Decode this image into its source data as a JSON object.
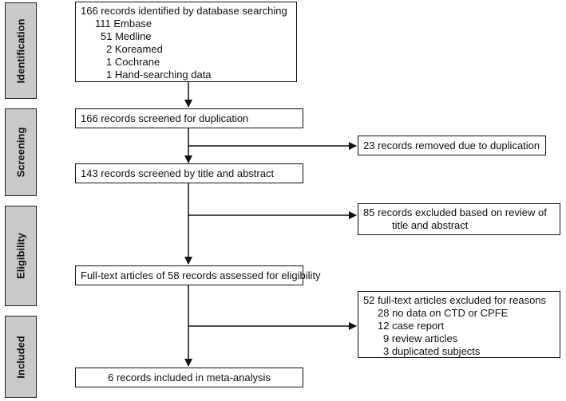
{
  "phases": [
    "Identification",
    "Screening",
    "Eligibility",
    "Included"
  ],
  "identification_box": {
    "title": "166 records identified by database searching",
    "items": [
      "111 Embase",
      "51 Medline",
      "2 Koreamed",
      "1 Cochrane",
      "1 Hand-searching data"
    ]
  },
  "screened_duplication": "166 records screened for duplication",
  "removed_duplication": "23 records removed due to duplication",
  "screened_title_abstract": "143 records screened by title and abstract",
  "excluded_title_abstract": [
    "85 records excluded based on review  of",
    "title and abstract"
  ],
  "fulltext_assessed": "Full-text articles of 58 records assessed for eligibility",
  "fulltext_excluded": {
    "title": "52 full-text articles excluded for reasons",
    "items": [
      "28 no data on CTD or CPFE",
      "12 case report",
      "9 review articles",
      "3 duplicated subjects"
    ]
  },
  "included": "6 records included in meta-analysis"
}
